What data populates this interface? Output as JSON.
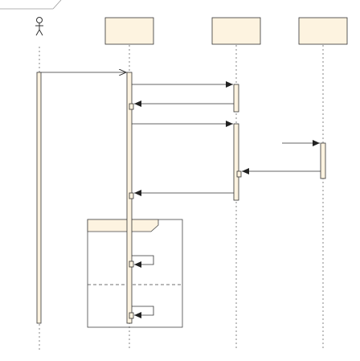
{
  "diagram": {
    "type": "sequence",
    "participants": [
      {
        "id": "actor",
        "kind": "actor",
        "label": ""
      },
      {
        "id": "p1",
        "kind": "object",
        "label": ""
      },
      {
        "id": "p2",
        "kind": "object",
        "label": ""
      },
      {
        "id": "p3",
        "kind": "object",
        "label": ""
      }
    ],
    "messages": [
      {
        "from": "actor",
        "to": "p1",
        "kind": "call",
        "label": ""
      },
      {
        "from": "p1",
        "to": "p2",
        "kind": "call",
        "label": ""
      },
      {
        "from": "p2",
        "to": "p1",
        "kind": "return",
        "label": ""
      },
      {
        "from": "p1",
        "to": "p2",
        "kind": "call",
        "label": ""
      },
      {
        "from": "p2",
        "to": "p3",
        "kind": "call",
        "label": ""
      },
      {
        "from": "p3",
        "to": "p2",
        "kind": "return",
        "label": ""
      },
      {
        "from": "p2",
        "to": "p1",
        "kind": "return",
        "label": ""
      },
      {
        "from": "p1",
        "to": "p1",
        "kind": "self",
        "label": ""
      },
      {
        "from": "p1",
        "to": "p1",
        "kind": "self",
        "label": ""
      }
    ],
    "fragment": {
      "operator": "",
      "guard": "",
      "operands": 2
    },
    "colors": {
      "participant_fill": "#fdf3e0",
      "activation_fill": "#fdf3e0",
      "line": "#333333",
      "lifeline": "#666666",
      "fragment_border": "#444444"
    }
  }
}
